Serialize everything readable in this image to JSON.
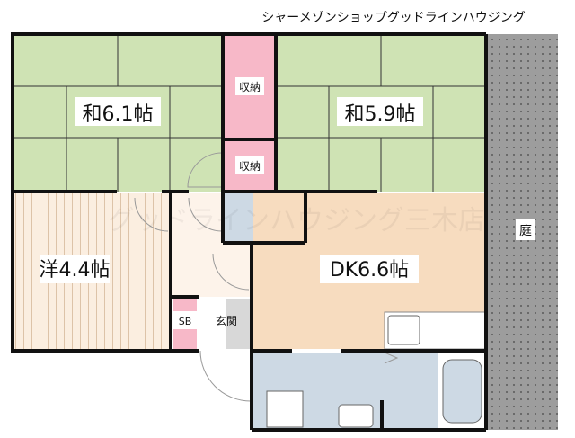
{
  "header": {
    "company": "シャーメゾンショップグッドラインハウジング"
  },
  "watermark": "グッドラインハウジング三木店",
  "rooms": {
    "washitsu_left": "和6.1帖",
    "washitsu_right": "和5.9帖",
    "closet_upper": "収納",
    "closet_lower": "収納",
    "youshitsu": "洋4.4帖",
    "dk": "DK6.6帖",
    "garden": "庭",
    "shoe_box": "SB",
    "entrance": "玄関"
  },
  "colors": {
    "tatami": "#cfe3b4",
    "closet": "#f7b8c8",
    "wet_area": "#cdd9e4",
    "dk_floor": "#f7dcbf",
    "flooring": "#fbeee0",
    "hallway": "#fdf3ea",
    "garden": "#9a9a9a",
    "wall": "#111111"
  }
}
